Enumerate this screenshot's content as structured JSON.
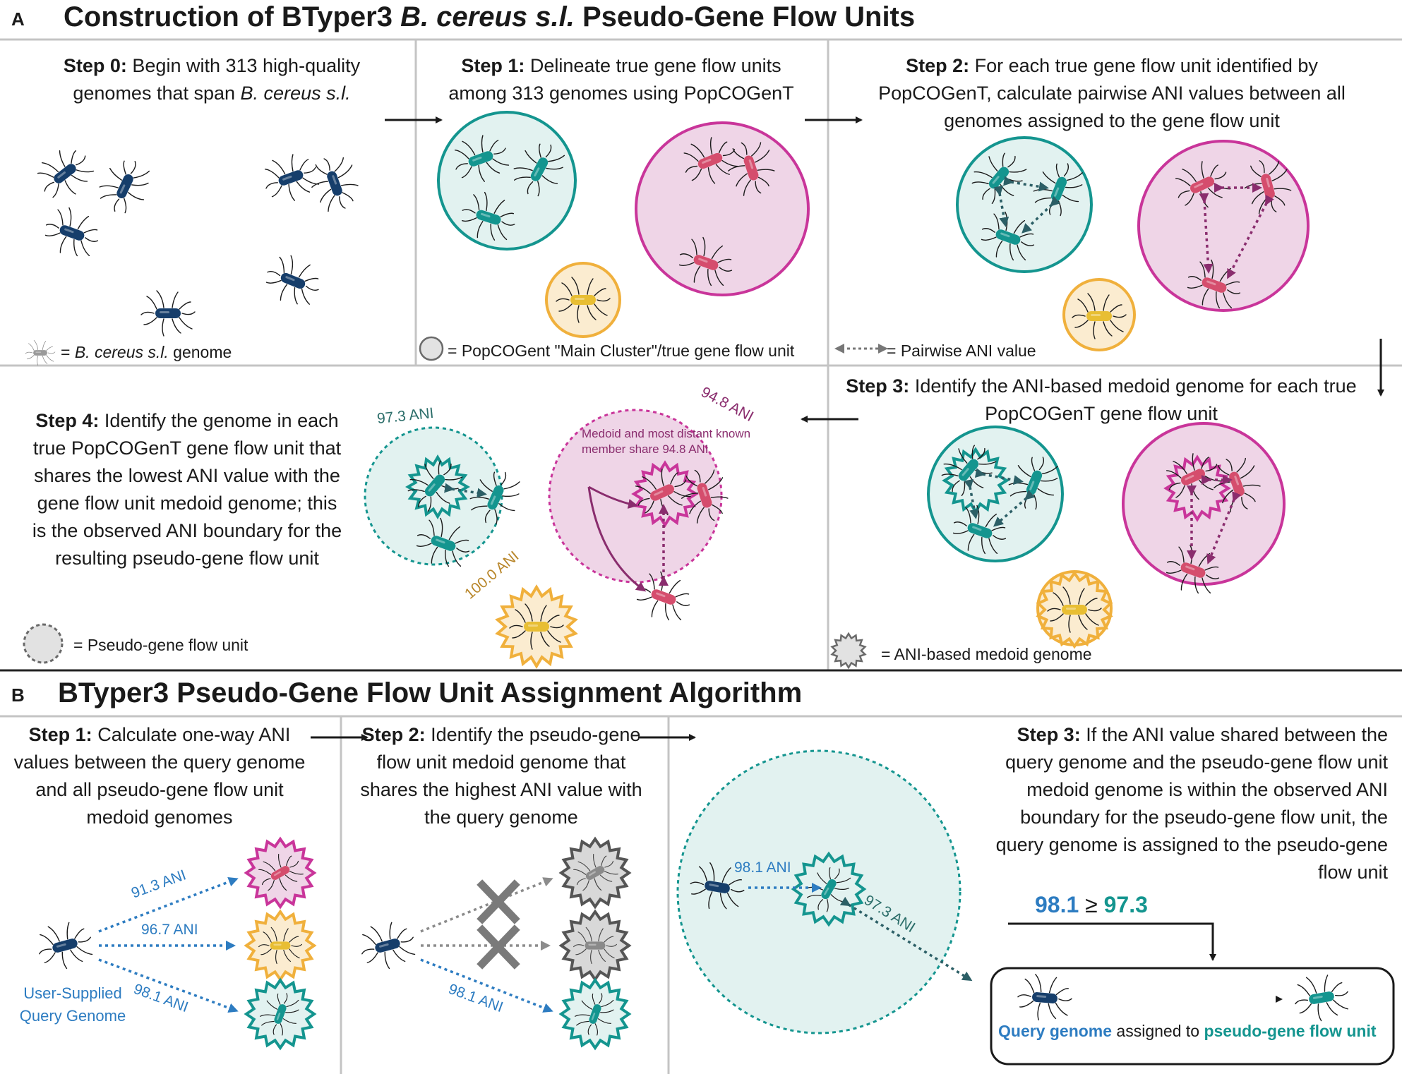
{
  "panel_a": {
    "label": "A",
    "title_pre": "Construction of BTyper3 ",
    "title_italic": "B. cereus s.l.",
    "title_post": " Pseudo-Gene Flow Units",
    "step0": {
      "head": "Step 0:",
      "text_pre": " Begin with 313 high-quality genomes that span ",
      "text_italic": "B. cereus s.l."
    },
    "step1": {
      "head": "Step 1:",
      "text": " Delineate true gene flow units among 313 genomes using PopCOGenT"
    },
    "step2": {
      "head": "Step 2:",
      "text": " For each true gene flow unit identified by PopCOGenT,  calculate pairwise ANI values between all genomes assigned to the gene flow unit"
    },
    "step3": {
      "head": "Step 3:",
      "text": " Identify the ANI-based medoid genome for each true PopCOGenT gene flow unit"
    },
    "step4": {
      "head": "Step 4:",
      "text": " Identify the genome in each true PopCOGenT gene flow unit that shares the lowest ANI value with the gene flow unit medoid genome; this is the observed ANI boundary for the resulting pseudo-gene flow unit"
    },
    "legend_genome_pre": "= ",
    "legend_genome_italic": "B. cereus s.l.",
    "legend_genome_post": " genome",
    "legend_cluster": "= PopCOGent \"Main Cluster\"/true gene flow unit",
    "legend_pairwise": "= Pairwise ANI value",
    "legend_medoid": "= ANI-based medoid genome",
    "legend_pseudo": "= Pseudo-gene flow unit",
    "ani_teal": "97.3 ANI",
    "ani_pink": "94.8 ANI",
    "ani_yellow": "100.0 ANI",
    "medoid_note": "Medoid and most distant known member share 94.8 ANI"
  },
  "panel_b": {
    "label": "B",
    "title": "BTyper3 Pseudo-Gene Flow Unit Assignment Algorithm",
    "step1": {
      "head": "Step 1:",
      "text": " Calculate one-way ANI values between the query genome and all pseudo-gene flow unit medoid genomes"
    },
    "step2": {
      "head": "Step 2:",
      "text": " Identify the pseudo-gene flow unit medoid genome that shares the highest ANI value with the query genome"
    },
    "step3": {
      "head": "Step 3:",
      "text": " If the ANI value shared between the query genome and the pseudo-gene flow unit medoid genome is within the observed ANI boundary for the pseudo-gene flow unit, the query genome is assigned to the pseudo-gene flow unit"
    },
    "ani_913": "91.3 ANI",
    "ani_967": "96.7 ANI",
    "ani_981": "98.1 ANI",
    "ani_973": "97.3 ANI",
    "user_query": "User-Supplied Query Genome",
    "cmp_left": "98.1",
    "cmp_op": "≥",
    "cmp_right": "97.3",
    "final_query": "Query genome",
    "final_mid": " assigned to ",
    "final_unit": "pseudo-gene flow unit"
  },
  "colors": {
    "teal": "#14958f",
    "teal_fill": "#e2f2f0",
    "pink": "#c9359a",
    "pink_fill": "#efd5e7",
    "yellow": "#f0b03c",
    "yellow_fill": "#fbecd0",
    "navy": "#163e6b",
    "blue_text": "#2d7cc1",
    "gray": "#8c8c8c"
  }
}
